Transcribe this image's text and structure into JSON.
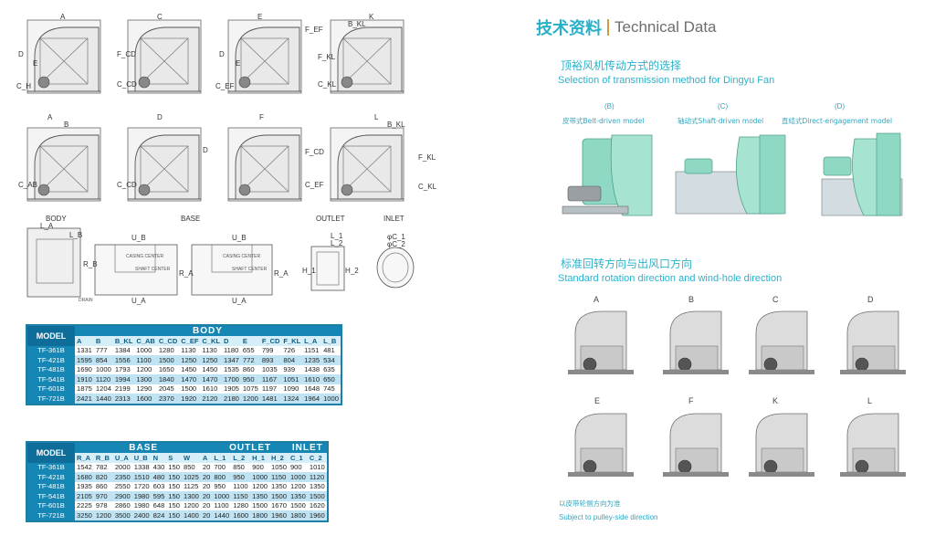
{
  "header": {
    "title_cn": "技术资料",
    "title_en": "Technical Data"
  },
  "diagram_labels": {
    "row1": [
      "A",
      "C",
      "E",
      "K"
    ],
    "row2": [
      "A",
      "D",
      "F",
      "L"
    ],
    "row1_sub": [
      [
        "D",
        "E",
        "C_H"
      ],
      [
        "F_CD",
        "C_CD"
      ],
      [
        "D",
        "E",
        "C_EF",
        "F_EF"
      ],
      [
        "B_KL",
        "F_KL",
        "C_KL"
      ]
    ],
    "row2_sub": [
      [
        "C_AB",
        "B"
      ],
      [
        "D",
        "C_CD"
      ],
      [
        "F_CD",
        "C_EF"
      ],
      [
        "B_KL",
        "F_KL",
        "C_KL"
      ]
    ],
    "parts": [
      "BODY",
      "BASE",
      "OUTLET",
      "INLET"
    ],
    "bottom_sub": [
      "L_A",
      "L_B",
      "R_B",
      "U_B",
      "U_A",
      "R_A",
      "U_B",
      "U_A",
      "R_A",
      "L_1",
      "L_2",
      "H_1",
      "H_2",
      "φC_1",
      "φC_2"
    ],
    "inner_text": [
      "CASING CENTER",
      "SHAFT CENTER",
      "CASING CENTER",
      "SHAFT CENTER",
      "DRAIN"
    ]
  },
  "body_table": {
    "model_label": "MODEL",
    "group": "BODY",
    "columns": [
      "A",
      "B",
      "B_KL",
      "C_AB",
      "C_CD",
      "C_EF",
      "C_KL",
      "D",
      "E",
      "F_CD",
      "F_KL",
      "L_A",
      "L_B"
    ],
    "rows": [
      {
        "model": "TF-361B",
        "values": [
          "1331",
          "777",
          "1384",
          "1000",
          "1280",
          "1130",
          "1130",
          "1180",
          "655",
          "799",
          "726",
          "1151",
          "481"
        ]
      },
      {
        "model": "TF-421B",
        "values": [
          "1595",
          "854",
          "1556",
          "1100",
          "1500",
          "1250",
          "1250",
          "1347",
          "772",
          "893",
          "804",
          "1235",
          "534"
        ]
      },
      {
        "model": "TF-481B",
        "values": [
          "1690",
          "1000",
          "1793",
          "1200",
          "1650",
          "1450",
          "1450",
          "1535",
          "860",
          "1035",
          "939",
          "1438",
          "635"
        ]
      },
      {
        "model": "TF-541B",
        "values": [
          "1910",
          "1120",
          "1994",
          "1300",
          "1840",
          "1470",
          "1470",
          "1700",
          "950",
          "1167",
          "1051",
          "1610",
          "650"
        ]
      },
      {
        "model": "TF-601B",
        "values": [
          "1875",
          "1204",
          "2199",
          "1290",
          "2045",
          "1500",
          "1610",
          "1905",
          "1075",
          "1197",
          "1090",
          "1648",
          "745"
        ]
      },
      {
        "model": "TF-721B",
        "values": [
          "2421",
          "1440",
          "2313",
          "1600",
          "2370",
          "1920",
          "2120",
          "2180",
          "1200",
          "1481",
          "1324",
          "1964",
          "1000"
        ]
      }
    ]
  },
  "base_table": {
    "model_label": "MODEL",
    "groups": [
      {
        "name": "BASE",
        "span": 8
      },
      {
        "name": "OUTLET",
        "span": 4
      },
      {
        "name": "INLET",
        "span": 2
      }
    ],
    "columns": [
      "R_A",
      "R_B",
      "U_A",
      "U_B",
      "N",
      "S",
      "W",
      "A",
      "L_1",
      "L_2",
      "H_1",
      "H_2",
      "C_1",
      "C_2"
    ],
    "rows": [
      {
        "model": "TF-361B",
        "values": [
          "1542",
          "782",
          "2000",
          "1338",
          "430",
          "150",
          "850",
          "20",
          "700",
          "850",
          "900",
          "1050",
          "900",
          "1010"
        ]
      },
      {
        "model": "TF-421B",
        "values": [
          "1680",
          "820",
          "2350",
          "1510",
          "480",
          "150",
          "1025",
          "20",
          "800",
          "950",
          "1000",
          "1150",
          "1000",
          "1120"
        ]
      },
      {
        "model": "TF-481B",
        "values": [
          "1935",
          "860",
          "2550",
          "1720",
          "603",
          "150",
          "1125",
          "20",
          "950",
          "1100",
          "1200",
          "1350",
          "1200",
          "1350"
        ]
      },
      {
        "model": "TF-541B",
        "values": [
          "2105",
          "970",
          "2900",
          "1980",
          "595",
          "150",
          "1300",
          "20",
          "1000",
          "1150",
          "1350",
          "1500",
          "1350",
          "1500"
        ]
      },
      {
        "model": "TF-601B",
        "values": [
          "2225",
          "978",
          "2860",
          "1980",
          "648",
          "150",
          "1200",
          "20",
          "1100",
          "1280",
          "1500",
          "1670",
          "1500",
          "1620"
        ]
      },
      {
        "model": "TF-721B",
        "values": [
          "3250",
          "1200",
          "3500",
          "2400",
          "824",
          "150",
          "1400",
          "20",
          "1440",
          "1600",
          "1800",
          "1960",
          "1800",
          "1960"
        ]
      }
    ]
  },
  "transmission": {
    "title_cn": "顶裕风机传动方式的选择",
    "title_en": "Selection of transmission method for Dingyu Fan",
    "modes": [
      {
        "letter": "(B)",
        "label": "皮带式Belt-driven model"
      },
      {
        "letter": "(C)",
        "label": "轴动式Shaft-driven model"
      },
      {
        "letter": "(D)",
        "label": "直结式Direct-engagement model"
      }
    ]
  },
  "rotation": {
    "title_cn": "标准回转方向与出风口方向",
    "title_en": "Standard rotation direction and wind-hole direction",
    "row1": [
      "A",
      "B",
      "C",
      "D"
    ],
    "row2": [
      "E",
      "F",
      "K",
      "L"
    ],
    "note_cn": "以皮带轮侧方向为准",
    "note_en": "Subject to pulley-side direction"
  },
  "colors": {
    "accent": "#27b0c9",
    "table_header": "#1686b4",
    "table_alt": "#bfe3f2",
    "fan_green": "#8fd9c4"
  }
}
